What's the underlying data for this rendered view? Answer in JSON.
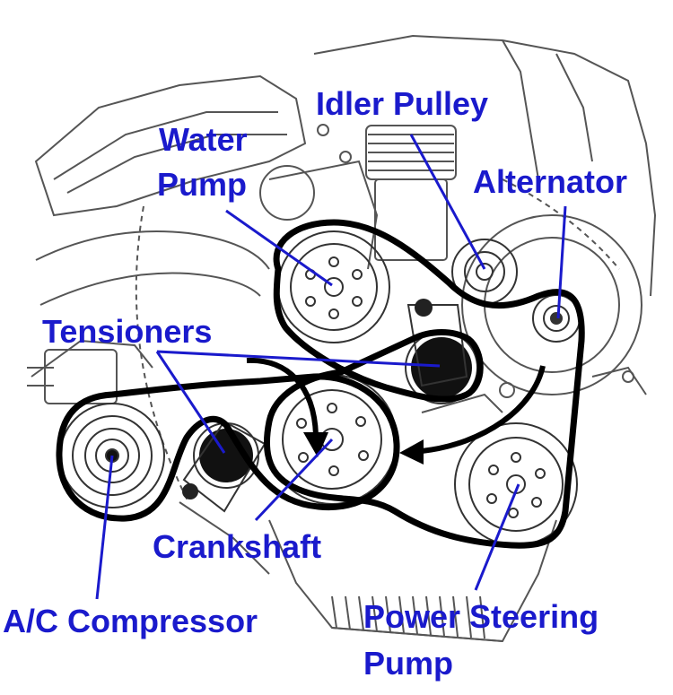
{
  "labels": {
    "idler_pulley": "Idler Pulley",
    "water_pump_line1": "Water",
    "water_pump_line2": "Pump",
    "alternator": "Alternator",
    "tensioners": "Tensioners",
    "crankshaft": "Crankshaft",
    "ac_compressor": "A/C Compressor",
    "power_steering_line1": "Power Steering",
    "power_steering_line2": "Pump"
  },
  "colors": {
    "label": "#1a1acc",
    "pointer": "#1a1acc",
    "belt": "#000000",
    "sketch": "#555555",
    "background": "#ffffff"
  }
}
